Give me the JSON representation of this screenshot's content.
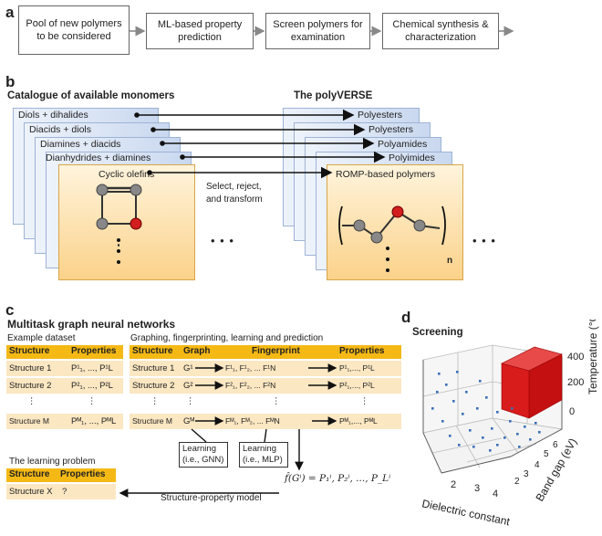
{
  "panel_a": {
    "label": "a",
    "steps": [
      "Pool of new polymers to be considered",
      "ML-based property prediction",
      "Screen polymers for examination",
      "Chemical synthesis & characterization"
    ]
  },
  "panel_b": {
    "label": "b",
    "monomers_title": "Catalogue of available monomers",
    "polyverse_title": "The polyVERSE",
    "monomers": [
      "Diols + dihalides",
      "Diacids + diols",
      "Diamines + diacids",
      "Dianhydrides + diamines",
      "Cyclic olefins"
    ],
    "polymers": [
      "Polyesters",
      "Polyesters",
      "Polyamides",
      "Polyimides",
      "ROMP-based polymers"
    ],
    "transform_label": "Select, reject, and transform",
    "ellipsis": "• • •",
    "subscript_n": "n"
  },
  "panel_c": {
    "label": "c",
    "title": "Multitask graph neural networks",
    "example_dataset": "Example dataset",
    "pipeline_title": "Graphing, fingerprinting, learning and prediction",
    "headers": {
      "structure": "Structure",
      "properties": "Properties",
      "graph": "Graph",
      "fingerprint": "Fingerprint"
    },
    "rows": [
      {
        "structure": "Structure 1",
        "props_left": "P¹₁, ..., P¹L",
        "graph": "G¹",
        "fingerprint": "F¹₁, F¹₂, ... F¹N",
        "props_right": "P¹₁,..., P¹L"
      },
      {
        "structure": "Structure 2",
        "props_left": "P²₁, ..., P²L",
        "graph": "G²",
        "fingerprint": "F²₁, F²₂, ... F²N",
        "props_right": "P²₁,..., P²L"
      },
      {
        "structure": "Structure M",
        "props_left": "Pᴹ₁, ..., PᴹL",
        "graph": "Gᴹ",
        "fingerprint": "Fᴹ₁, Fᴹ₂, ... FᴹN",
        "props_right": "Pᴹ₁,..., PᴹL"
      }
    ],
    "dots": "⋮",
    "learning_gnn": "Learning (i.e., GNN)",
    "learning_mlp": "Learning (i.e., MLP)",
    "learning_problem": "The learning problem",
    "structure_x": "Structure X",
    "question": "?",
    "model_label": "Structure-property model",
    "equation": "f̂(Gⁱ) = P₁ⁱ, P₂ⁱ, ..., P_Lⁱ"
  },
  "panel_d": {
    "label": "d",
    "title": "Screening",
    "xlabel": "Dielectric constant",
    "ylabel": "Band gap (eV)",
    "zlabel": "Temperature (°C)",
    "x_ticks": [
      "2",
      "3",
      "4"
    ],
    "y_ticks": [
      "2",
      "3",
      "4",
      "5",
      "6"
    ],
    "z_ticks": [
      "0",
      "200",
      "400"
    ]
  }
}
